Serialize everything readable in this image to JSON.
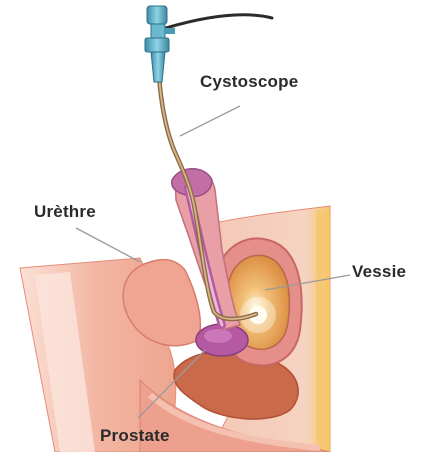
{
  "labels": {
    "cystoscope": "Cystoscope",
    "urethre": "Urèthre",
    "vessie": "Vessie",
    "prostate": "Prostate"
  },
  "colors": {
    "skin": "#f3b6a3",
    "skin_dark": "#e9957e",
    "bladder_wall": "#e58e8a",
    "bladder_inner": "#e9a25a",
    "urethra": "#b55aa2",
    "scope_tube": "#b38a5a",
    "scope_handle": "#5fb0c9",
    "leader_line": "#999999"
  }
}
